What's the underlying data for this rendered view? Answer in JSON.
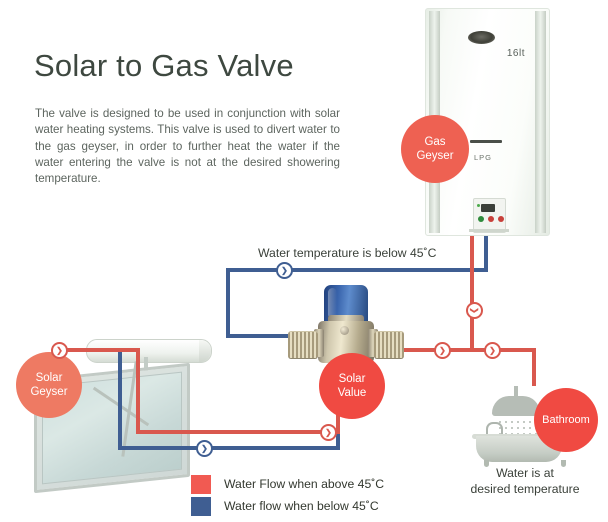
{
  "header": {
    "title": "Solar to Gas Valve",
    "description": "The valve is designed to be used in conjunction with solar water heating systems. This valve is used to divert water to the gas geyser, in order to further heat the water if the water entering the valve is not at the desired showering temperature."
  },
  "badges": {
    "gas_geyser": {
      "line1": "Gas",
      "line2": "Geyser",
      "color": "#EE6152"
    },
    "solar_geyser": {
      "line1": "Solar",
      "line2": "Geyser",
      "color": "#EE7A63"
    },
    "solar_valve": {
      "line1": "Solar",
      "line2": "Value",
      "color": "#F04A42"
    },
    "bathroom": {
      "line1": "Bathroom",
      "color": "#F04A42"
    }
  },
  "annotations": {
    "cold_pipe_note": "Water temperature is below 45˚C",
    "bathroom_note_line1": "Water is at",
    "bathroom_note_line2": "desired temperature"
  },
  "geyser_unit": {
    "capacity": "16lt",
    "fuel_label": "LPG"
  },
  "legend": {
    "items": [
      {
        "label": "Water Flow when above 45˚C",
        "color": "#F15A52"
      },
      {
        "label": "Water flow when below 45˚C",
        "color": "#3F5E92"
      }
    ]
  },
  "flow_colors": {
    "hot_pipe": "#D9584E",
    "cold_pipe": "#3F5E92"
  },
  "flow_markers": {
    "arrow_right": "❯",
    "arrow_down": "❯"
  }
}
